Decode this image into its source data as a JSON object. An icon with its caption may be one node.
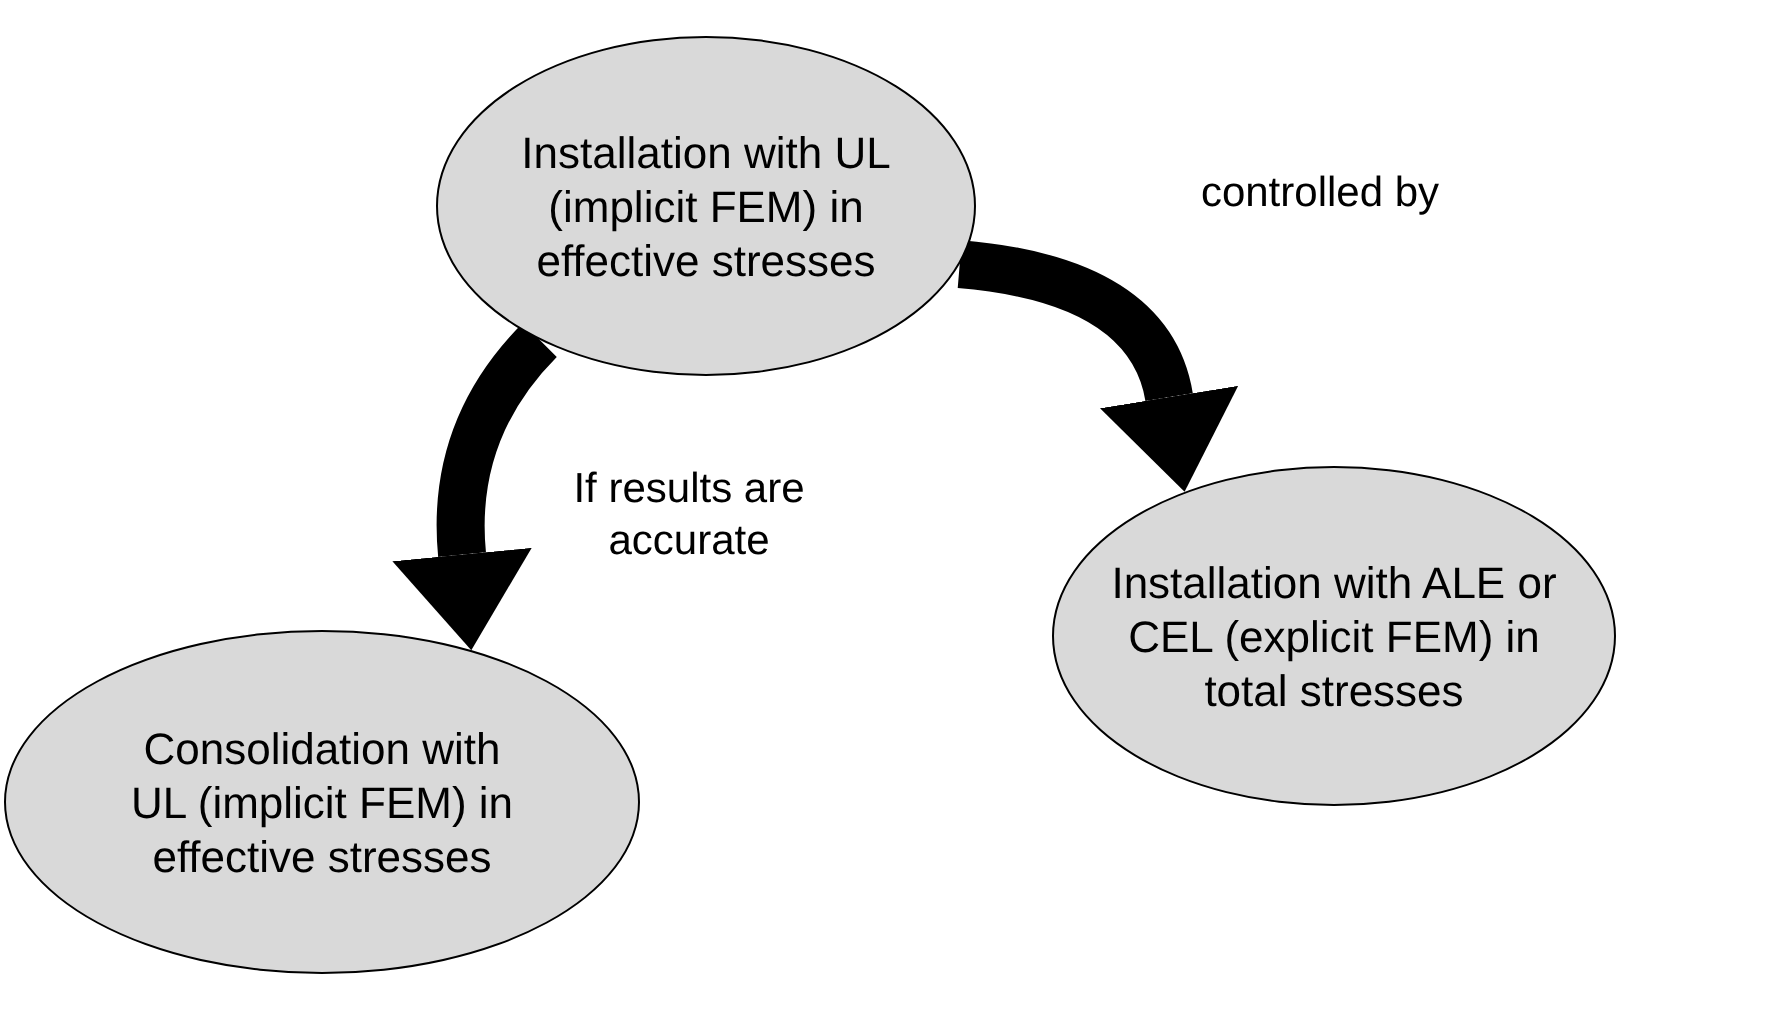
{
  "diagram": {
    "nodes": [
      {
        "text": [
          "Installation with UL (implicit FEM) in effective stresses"
        ]
      },
      {
        "text": [
          "Installation with ALE or CEL (explicit FEM) in total stresses"
        ]
      },
      {
        "text": [
          "Consolidation with UL (implicit FEM) in effective stresses"
        ]
      }
    ],
    "edges": [
      {
        "from": 0,
        "to": 1,
        "arrow": "to",
        "label": "controlled by"
      },
      {
        "from": 0,
        "to": 2,
        "arrow": "to",
        "label": "If results are accurate"
      }
    ]
  }
}
